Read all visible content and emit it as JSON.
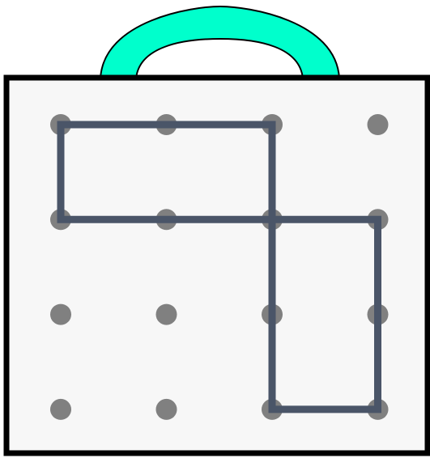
{
  "geoboard": {
    "grid": {
      "rows": 4,
      "cols": 4
    },
    "colors": {
      "handle": "#00ffcc",
      "handle_outline": "#000000",
      "board_fill": "#f7f7f7",
      "board_border": "#000000",
      "peg": "#808080",
      "band": "#4a5568"
    },
    "pegs": [
      {
        "row": 0,
        "col": 0
      },
      {
        "row": 0,
        "col": 1
      },
      {
        "row": 0,
        "col": 2
      },
      {
        "row": 0,
        "col": 3
      },
      {
        "row": 1,
        "col": 0
      },
      {
        "row": 1,
        "col": 1
      },
      {
        "row": 1,
        "col": 2
      },
      {
        "row": 1,
        "col": 3
      },
      {
        "row": 2,
        "col": 0
      },
      {
        "row": 2,
        "col": 1
      },
      {
        "row": 2,
        "col": 2
      },
      {
        "row": 2,
        "col": 3
      },
      {
        "row": 3,
        "col": 0
      },
      {
        "row": 3,
        "col": 1
      },
      {
        "row": 3,
        "col": 2
      },
      {
        "row": 3,
        "col": 3
      }
    ],
    "band_path": [
      {
        "row": 0,
        "col": 0
      },
      {
        "row": 0,
        "col": 2
      },
      {
        "row": 1,
        "col": 2
      },
      {
        "row": 1,
        "col": 3
      },
      {
        "row": 3,
        "col": 3
      },
      {
        "row": 3,
        "col": 2
      },
      {
        "row": 1,
        "col": 2
      },
      {
        "row": 1,
        "col": 0
      }
    ]
  }
}
